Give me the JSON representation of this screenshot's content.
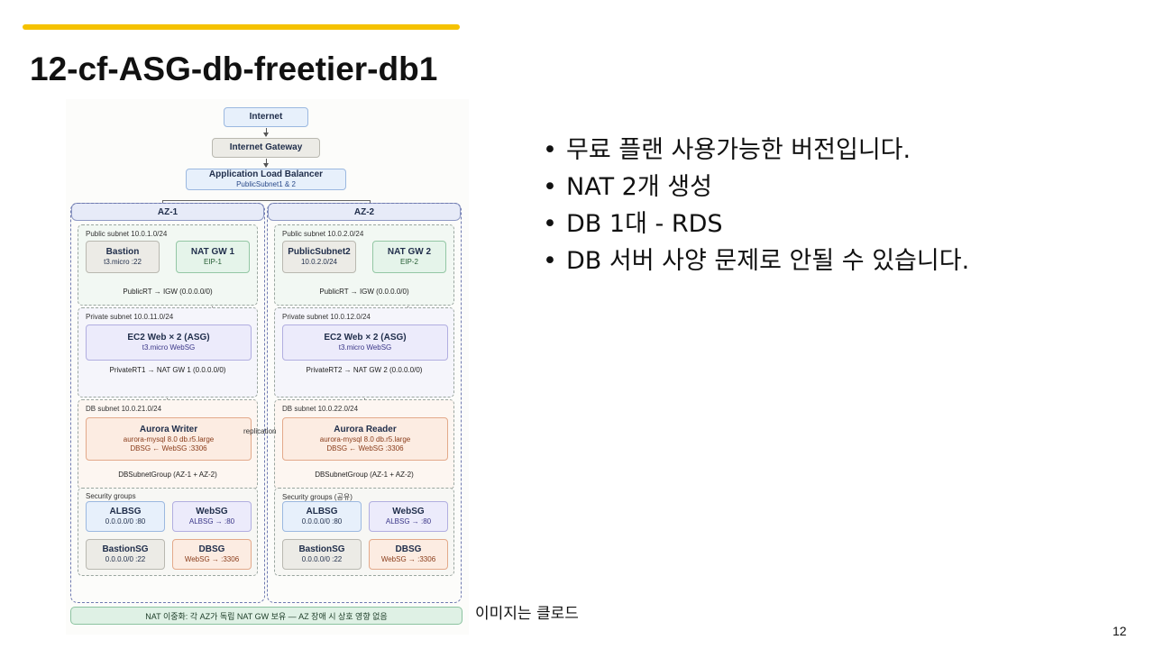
{
  "slide": {
    "title": "12-cf-ASG-db-freetier-db1",
    "page_number": "12",
    "caption": "이미지는 클로드",
    "accent_color": "#f5c200"
  },
  "bullets": [
    "무료 플랜 사용가능한 버전입니다.",
    "NAT 2개 생성",
    "DB 1대 - RDS",
    "DB 서버 사양 문제로 안될 수 있습니다."
  ],
  "diagram": {
    "internet": "Internet",
    "igw": "Internet Gateway",
    "alb": {
      "title": "Application Load Balancer",
      "sub": "PublicSubnet1 & 2"
    },
    "az": [
      {
        "name": "AZ-1",
        "public_subnet": "Public subnet 10.0.1.0/24",
        "public_left": {
          "title": "Bastion",
          "sub": "t3.micro :22"
        },
        "nat": {
          "title": "NAT GW 1",
          "sub": "EIP-1"
        },
        "public_rt": "PublicRT → IGW (0.0.0.0/0)",
        "private_subnet": "Private subnet 10.0.11.0/24",
        "ec2": {
          "title": "EC2 Web × 2 (ASG)",
          "sub": "t3.micro WebSG"
        },
        "private_rt": "PrivateRT1 → NAT GW 1 (0.0.0.0/0)",
        "db_subnet": "DB subnet 10.0.21.0/24",
        "db": {
          "title": "Aurora Writer",
          "sub1": "aurora-mysql 8.0 db.r5.large",
          "sub2": "DBSG ← WebSG :3306"
        },
        "db_group": "DBSubnetGroup (AZ-1 + AZ-2)",
        "sg_label": "Security groups",
        "sgs": [
          {
            "title": "ALBSG",
            "sub": "0.0.0.0/0 :80"
          },
          {
            "title": "WebSG",
            "sub": "ALBSG → :80"
          },
          {
            "title": "BastionSG",
            "sub": "0.0.0.0/0 :22"
          },
          {
            "title": "DBSG",
            "sub": "WebSG → :3306"
          }
        ]
      },
      {
        "name": "AZ-2",
        "public_subnet": "Public subnet 10.0.2.0/24",
        "public_left": {
          "title": "PublicSubnet2",
          "sub": "10.0.2.0/24"
        },
        "nat": {
          "title": "NAT GW 2",
          "sub": "EIP-2"
        },
        "public_rt": "PublicRT → IGW (0.0.0.0/0)",
        "private_subnet": "Private subnet 10.0.12.0/24",
        "ec2": {
          "title": "EC2 Web × 2 (ASG)",
          "sub": "t3.micro WebSG"
        },
        "private_rt": "PrivateRT2 → NAT GW 2 (0.0.0.0/0)",
        "db_subnet": "DB subnet 10.0.22.0/24",
        "db": {
          "title": "Aurora Reader",
          "sub1": "aurora-mysql 8.0 db.r5.large",
          "sub2": "DBSG ← WebSG :3306"
        },
        "db_group": "DBSubnetGroup (AZ-1 + AZ-2)",
        "sg_label": "Security groups (공유)",
        "sgs": [
          {
            "title": "ALBSG",
            "sub": "0.0.0.0/0 :80"
          },
          {
            "title": "WebSG",
            "sub": "ALBSG → :80"
          },
          {
            "title": "BastionSG",
            "sub": "0.0.0.0/0 :22"
          },
          {
            "title": "DBSG",
            "sub": "WebSG → :3306"
          }
        ]
      }
    ],
    "replication": "replication",
    "footer": "NAT 이중화: 각 AZ가 독립 NAT GW 보유 — AZ 장애 시 상호 영향 없음"
  }
}
